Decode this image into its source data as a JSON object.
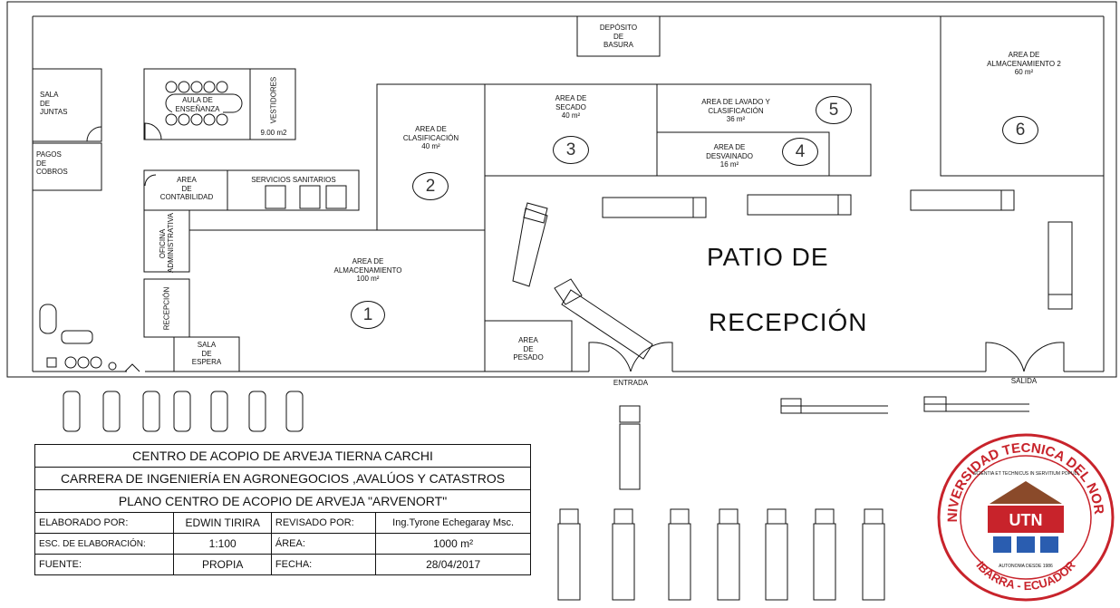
{
  "rooms": {
    "sala_juntas": "SALA\nDE\nJUNTAS",
    "pagos_cobros": "PAGOS\nDE\nCOBROS",
    "aula": "AULA DE\nENSEÑANZA",
    "vestidores": "VESTIDORES",
    "vestidores_area": "9.00 m2",
    "area_contabilidad": "AREA\nDE\nCONTABILIDAD",
    "servicios_sanitarios": "SERVICIOS SANITARIOS",
    "oficina_administrativa": "OFICINA\nADMINISTRATIVA",
    "recepcion": "RECEPCIÓN",
    "sala_espera": "SALA\nDE\nESPERA",
    "deposito_basura": "DEPÓSITO\nDE\nBASURA",
    "area_clasificacion": "AREA DE\nCLASIFICACIÓN\n40 m²",
    "area_secado": "AREA DE\nSECADO\n40 m²",
    "area_lavado": "AREA DE LAVADO Y\nCLASIFICACIÓN\n36 m²",
    "area_desvainado": "AREA DE\nDESVAINADO\n16 m²",
    "area_almacenamiento2": "AREA DE\nALMACENAMIENTO 2\n60 m²",
    "area_almacenamiento": "AREA DE\nALMACENAMIENTO\n100 m²",
    "area_pesado": "AREA\nDE\nPESADO",
    "patio_line1": "PATIO DE",
    "patio_line2": "RECEPCIÓN",
    "entrada": "ENTRADA",
    "salida": "SALIDA"
  },
  "numbers": [
    "1",
    "2",
    "3",
    "4",
    "5",
    "6"
  ],
  "title_block": {
    "line1": "CENTRO DE ACOPIO DE ARVEJA TIERNA CARCHI",
    "line2": "CARRERA DE INGENIERÍA EN AGRONEGOCIOS ,AVALÚOS  Y CATASTROS",
    "line3": "PLANO CENTRO DE ACOPIO DE ARVEJA \"ARVENORT\"",
    "elaborado_label": "ELABORADO POR:",
    "elaborado_value": "EDWIN TIRIRA",
    "revisado_label": "REVISADO POR:",
    "revisado_value": "Ing.Tyrone Echegaray Msc.",
    "escala_label": "ESC. DE ELABORACIÓN:",
    "escala_value": "1:100",
    "area_label": "ÁREA:",
    "area_value": "1000 m²",
    "fuente_label": "FUENTE:",
    "fuente_value": "PROPIA",
    "fecha_label": "FECHA:",
    "fecha_value": "28/04/2017"
  },
  "logo": {
    "top_text": "UNIVERSIDAD TECNICA DEL NORTE",
    "bottom_text": "IBARRA - ECUADOR",
    "inner_motto": "SCIENTIA ET TECHNICUS IN SERVITIUM POPULI",
    "inner_bottom": "AUTONOMA DESDE 1986",
    "emblem": "UTN",
    "colors": {
      "red": "#c8232b",
      "brown": "#8a4a2a",
      "blue": "#2a5db0"
    }
  }
}
